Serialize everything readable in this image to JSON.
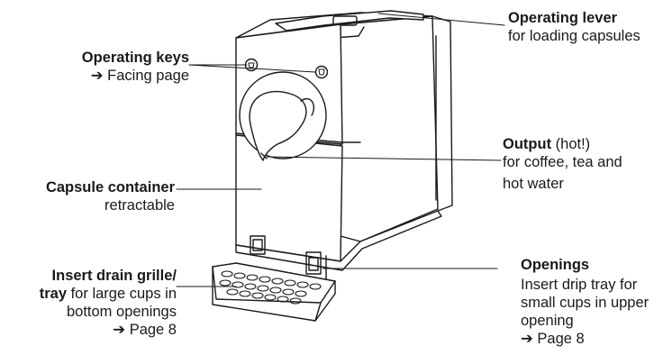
{
  "labels": {
    "operating_keys": {
      "title": "Operating keys",
      "ref": "➔ Facing page"
    },
    "capsule_container": {
      "title": "Capsule container",
      "sub": "retractable"
    },
    "drain_grille": {
      "title_1": "Insert drain grille/",
      "title_2": "tray",
      "sub_1": " for large cups in",
      "sub_2": "bottom openings",
      "ref": "➔ Page 8"
    },
    "operating_lever": {
      "title": "Operating lever",
      "sub": "for loading capsules"
    },
    "output": {
      "title": "Output",
      "hot": " (hot!)",
      "sub_1": "for coffee, tea and",
      "sub_2": "hot water"
    },
    "openings": {
      "title": "Openings",
      "sub_1": "Insert drip tray for",
      "sub_2": "small cups in upper",
      "sub_3": "opening",
      "ref": "➔ Page 8"
    }
  },
  "colors": {
    "line": "#1a1a1a",
    "background": "#ffffff"
  }
}
